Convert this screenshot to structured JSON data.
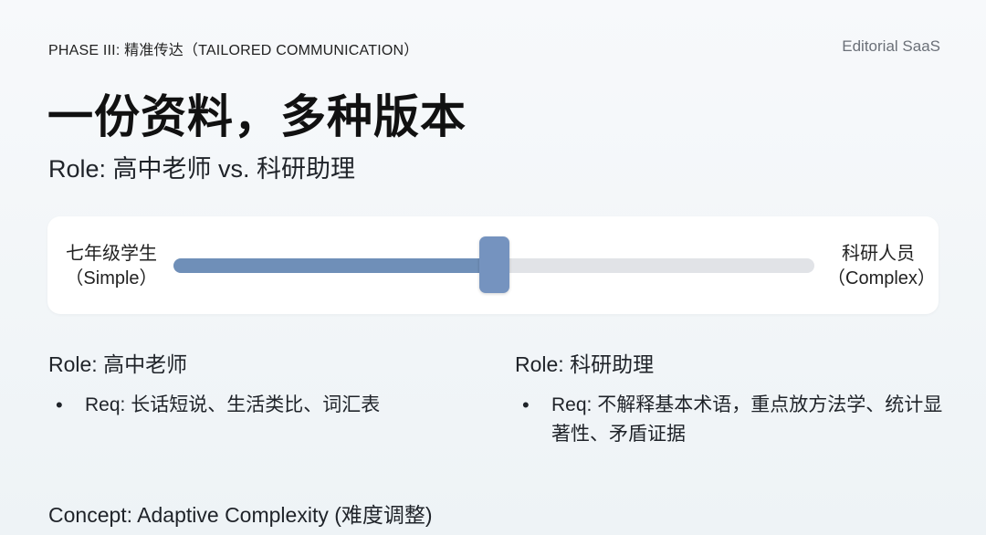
{
  "header": {
    "phase": "PHASE III: 精准传达（TAILORED COMMUNICATION）",
    "brand": "Editorial SaaS"
  },
  "title": "一份资料，多种版本",
  "subtitle": "Role: 高中老师 vs. 科研助理",
  "slider": {
    "left_label_line1": "七年级学生",
    "left_label_line2": "（Simple）",
    "right_label_line1": "科研人员",
    "right_label_line2": "（Complex）",
    "value": 0.5,
    "fill_color": "#6f8fb8",
    "thumb_color": "#7593bf",
    "track_color": "#e1e3e7"
  },
  "roles": [
    {
      "title": "Role: 高中老师",
      "bullet": "Req:  长话短说、生活类比、词汇表"
    },
    {
      "title": "Role: 科研助理",
      "bullet": "Req: 不解释基本术语，重点放方法学、统计显著性、矛盾证据"
    }
  ],
  "concept": "Concept: Adaptive Complexity (难度调整)"
}
